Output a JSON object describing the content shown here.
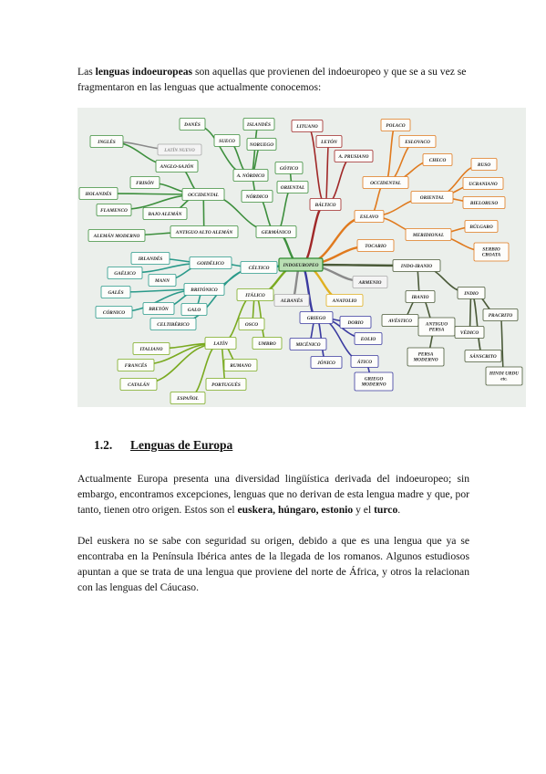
{
  "intro": {
    "t1": "Las ",
    "b1": "lenguas indoeuropeas",
    "t2": " son aquellas que provienen del indoeuropeo y que se a su vez se fragmentaron en las lenguas que actualmente conocemos:"
  },
  "diagram": {
    "nodes": {
      "indoeuropeo": "INDOEUROPEO",
      "germanico": "GERMÁNICO",
      "occ_germ": "OCCIDENTAL",
      "nordico": "NÓRDICO",
      "oriental_germ": "ORIENTAL",
      "anordico": "A. NÓRDICO",
      "gotico": "GÓTICO",
      "danes": "DANÉS",
      "islandes": "ISLANDÉS",
      "sueco": "SUECO",
      "noruego": "NORUEGO",
      "ingles": "INGLÉS",
      "latin_nuevo": "LATÍN NUEVO",
      "anglo_sajon": "ANGLO-SAJÓN",
      "friso": "FRISÓN",
      "holandes": "HOLANDÉS",
      "flamenco": "FLAMENCO",
      "bajo_aleman": "BAJO ALEMÁN",
      "aleman_moderno": "ALEMÁN MODERNO",
      "antiguo_alto_aleman": "ANTIGUO ALTO ALEMÁN",
      "baltico": "BÁLTICO",
      "lituano": "LITUANO",
      "leton": "LETÓN",
      "aprusiano": "A. PRUSIANO",
      "eslavo": "ESLAVO",
      "occ_esl": "OCCIDENTAL",
      "polaco": "POLACO",
      "eslovaco": "ESLOVACO",
      "checo": "CHECO",
      "oriental_esl": "ORIENTAL",
      "ruso": "RUSO",
      "ucraniano": "UCRANIANO",
      "bielorruso": "BIELORUSO",
      "meridional": "MERIDIONAL",
      "bulgaro": "BÚLGARO",
      "serbio": "SERBIO CROATA",
      "tocario": "TOCARIO",
      "armenio": "ARMENIO",
      "indo_iranio": "INDO-IRANIO",
      "iranio": "IRANIO",
      "avestico": "AVÉSTICO",
      "antiguo_persa": "ANTIGUO PERSA",
      "persa_moderno": "PERSA MODERNO",
      "indio": "INDIO",
      "pracrito": "PRACRITO",
      "vedico": "VÉDICO",
      "sanscrito": "SÁNSCRITO",
      "hindi": "HINDI URDU etc.",
      "celtico": "CÉLTICO",
      "goidelico": "GOIDÉLICO",
      "irlandes": "IRLANDÉS",
      "gaelico": "GAÉLICO",
      "mann": "MANN",
      "britonico": "BRITÓNICO",
      "gales": "GALÉS",
      "cornico": "CÓRNICO",
      "breton": "BRETÓN",
      "galo": "GALO",
      "celtiberico": "CELTIBÉRICO",
      "italico": "ITÁLICO",
      "osco": "OSCO",
      "umbro": "UMBRO",
      "latin": "LATÍN",
      "italiano": "ITALIANO",
      "frances": "FRANCÉS",
      "rumano": "RUMANO",
      "catalan": "CATALÁN",
      "portugues": "PORTUGUÉS",
      "espanol": "ESPAÑOL",
      "albanes": "ALBANÉS",
      "anatolio": "ANATOLIO",
      "griego": "GRIEGO",
      "dorio": "DORIO",
      "eolio": "EOLIO",
      "micenico": "MICÉNICO",
      "jonico": "JÓNICO",
      "atico": "ÁTICO",
      "griego_moderno": "GRIEGO MODERNO"
    }
  },
  "section": {
    "number": "1.2.",
    "title": "Lenguas de Europa"
  },
  "p1": {
    "t1": "Actualmente Europa presenta una diversidad lingüística derivada del indoeuropeo; sin embargo, encontramos excepciones, lenguas que no derivan de esta lengua madre y que, por tanto, tienen otro origen. Estos son el ",
    "b1": "euskera, húngaro, estonio",
    "t2": " y el ",
    "b2": "turco",
    "t3": "."
  },
  "p2": {
    "text": "Del euskera no se sabe con seguridad su origen, debido a que es una lengua que ya se encontraba en la Península Ibérica antes de la llegada de los romanos. Algunos estudiosos apuntan a que se trata de una lengua que proviene del norte de África, y otros la relacionan con las lenguas del Cáucaso."
  },
  "colors": {
    "germanic": "#3d8f3d",
    "baltic": "#a02828",
    "slavic": "#e07a1e",
    "indoiranian": "#4a5a38",
    "celtic": "#2a9a8a",
    "italic": "#7aaa20",
    "greek": "#3a3aa0",
    "anatolian": "#e0b020",
    "root": "#2e8b2e"
  }
}
